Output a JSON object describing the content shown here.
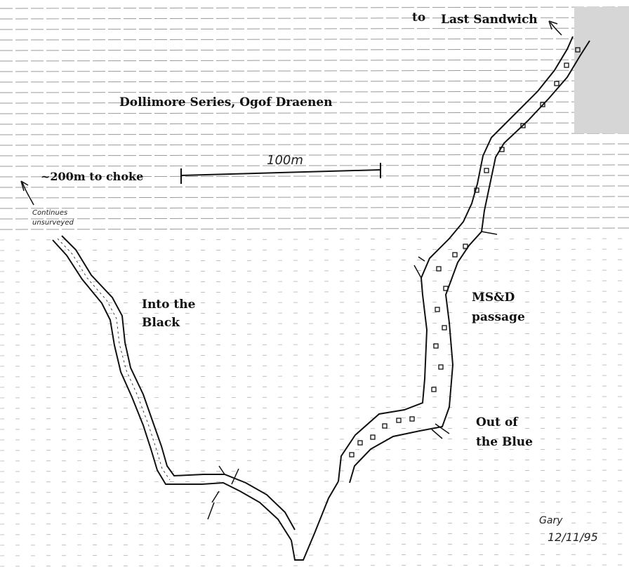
{
  "map": {
    "title": "Dollimore Series, Ogof Draenen",
    "top_label_to": "to",
    "top_label_dest": "Last Sandwich",
    "choke_label": "~200m to choke",
    "continues_label_1": "Continues",
    "continues_label_2": "unsurveyed",
    "scale_label": "100m",
    "scale_meters": 100,
    "passages": {
      "into_black_1": "Into the",
      "into_black_2": "Black",
      "msd_1": "MS&D",
      "msd_2": "passage",
      "out_blue_1": "Out of",
      "out_blue_2": "the Blue"
    },
    "signature_1": "Gary",
    "signature_2": "12/11/95",
    "colors": {
      "ink": "#111111",
      "grid": "#9a9a9a",
      "paper": "#ffffff"
    }
  }
}
